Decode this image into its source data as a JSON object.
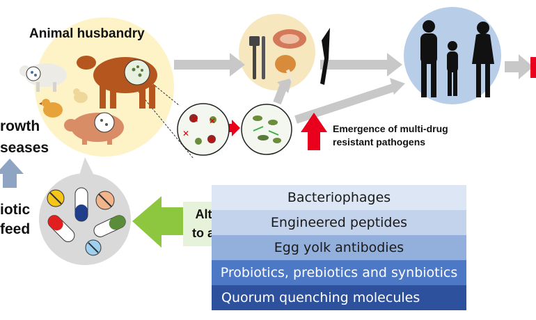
{
  "title": "Animal husbandry",
  "left_labels": {
    "line1": "rowth",
    "line2": "seases",
    "line3": "iotic",
    "line4": "feed"
  },
  "resistance_label": {
    "line1": "Emergence of multi-drug",
    "line2": "resistant pathogens"
  },
  "alternatives_label": {
    "line1": "Alternatives",
    "line2": "to antibiotics"
  },
  "alternatives": [
    {
      "label": "Bacteriophages",
      "color": "#dde6f4",
      "text_color": "#1a1a1a"
    },
    {
      "label": "Engineered peptides",
      "color": "#c3d3ec",
      "text_color": "#1a1a1a"
    },
    {
      "label": "Egg yolk antibodies",
      "color": "#93b0dd",
      "text_color": "#1a1a1a"
    },
    {
      "label": "Probiotics, prebiotics and synbiotics",
      "color": "#4c78c6",
      "text_color": "#ffffff"
    },
    {
      "label": "Quorum quenching molecules",
      "color": "#2d519c",
      "text_color": "#ffffff"
    }
  ],
  "colors": {
    "farm_circle": "#fdf3c6",
    "food_circle": "#f7e7bf",
    "family_circle": "#b7cde8",
    "pill_circle": "#d9d9d9",
    "flow_arrow": "#c8c8c8",
    "red_arrow": "#e8001c",
    "green_arrow": "#8dc63f",
    "blue_arrow": "#8fa3c2",
    "label_bg": "#e7f2da"
  }
}
